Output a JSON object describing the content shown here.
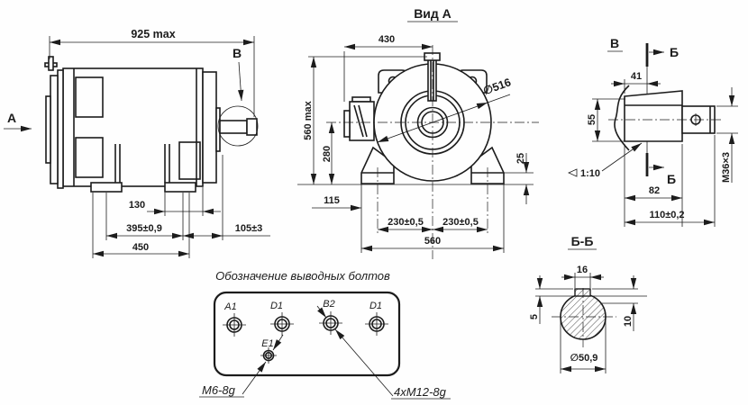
{
  "side_view": {
    "view_arrow_label": "А",
    "detail_label": "В",
    "dim_overall": "925 max",
    "dim_foot_inner": "130",
    "dim_foot_span": "395±0,9",
    "dim_shaft_offset": "105±3",
    "dim_base": "450"
  },
  "front_view": {
    "title": "Вид А",
    "dim_width": "430",
    "dim_height": "560 max",
    "dim_axis_height": "280",
    "dim_diameter": "∅516",
    "dim_foot_left": "115",
    "dim_foot_c1": "230±0,5",
    "dim_foot_c2": "230±0,5",
    "dim_base": "560",
    "dim_pad": "25"
  },
  "shaft_view": {
    "title": "В",
    "section_top": "Б",
    "section_bottom": "Б",
    "dim_taper_len": "41",
    "dim_big_end": "55",
    "taper": "1:10",
    "dim_cone": "82",
    "dim_total": "110±0,2",
    "thread": "М36×3"
  },
  "section_view": {
    "title": "Б-Б",
    "dim_key_width": "16",
    "dim_key_5": "5",
    "dim_key_10": "10",
    "dim_diameter": "∅50,9"
  },
  "terminal_box": {
    "title": "Обозначение выводных болтов",
    "bolt_labels": [
      "А1",
      "D1",
      "В2",
      "D1",
      "Е1"
    ],
    "callout_m6": "М6-8g",
    "callout_m12": "4хМ12-8g"
  },
  "colors": {
    "line": "#1c1c1c",
    "background": "#fefefe"
  }
}
